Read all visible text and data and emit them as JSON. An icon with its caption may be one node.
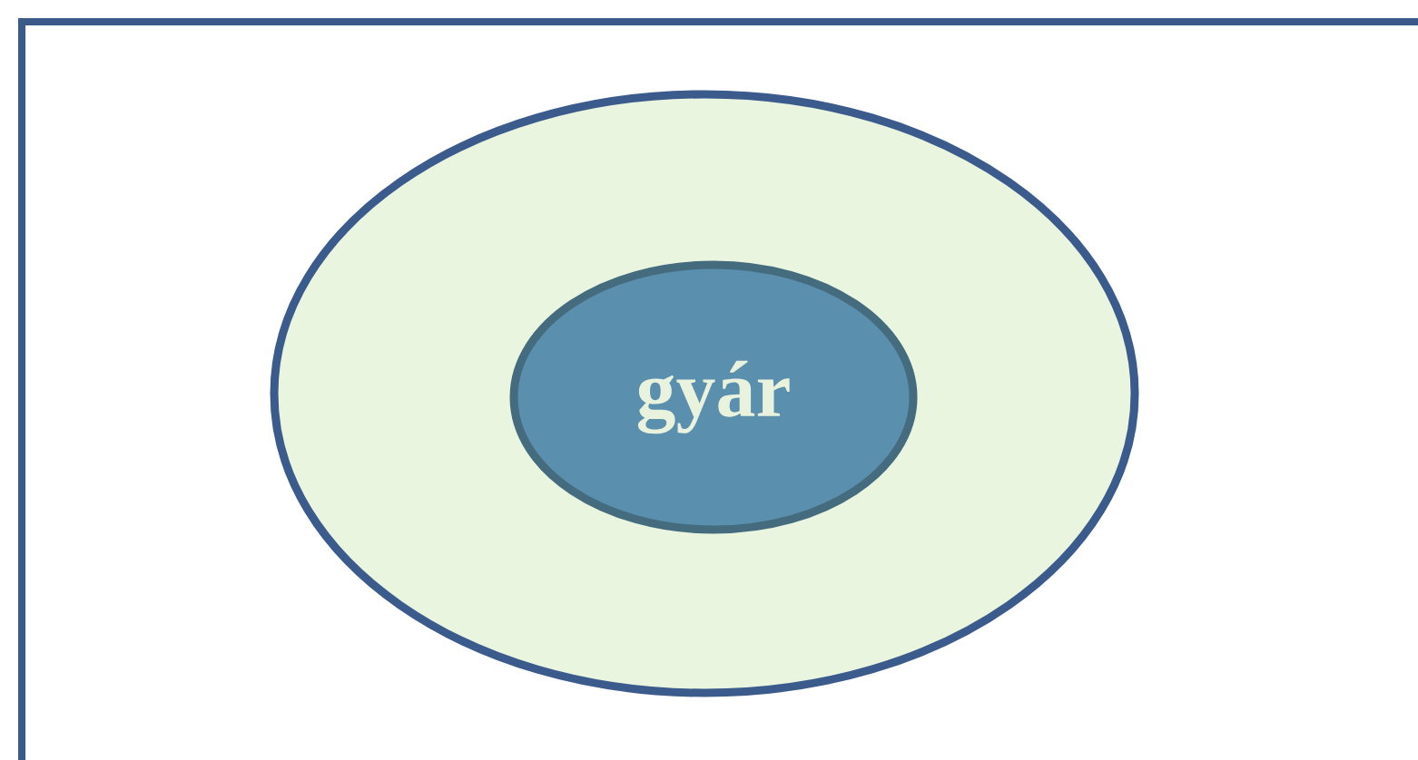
{
  "diagram": {
    "nodes": [
      {
        "text": [],
        "shape": "ellipse"
      },
      {
        "text": [
          "gyár"
        ],
        "in": 0
      }
    ]
  }
}
